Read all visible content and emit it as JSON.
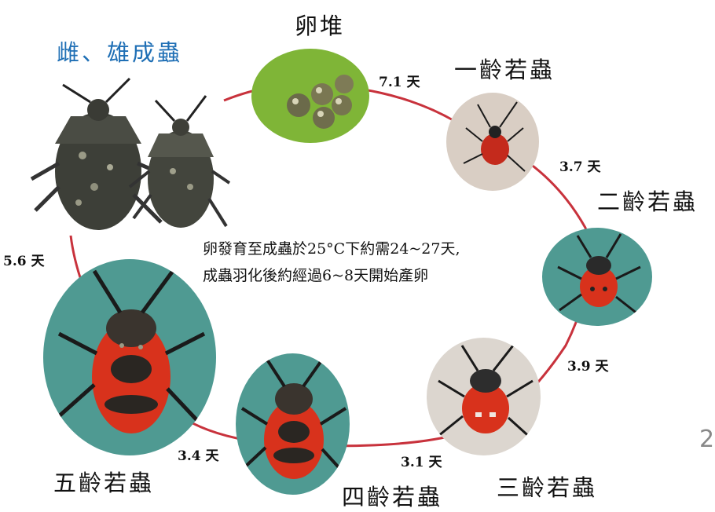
{
  "stages": {
    "adult": {
      "label": "雌、雄成蟲"
    },
    "egg": {
      "label": "卵堆"
    },
    "instar1": {
      "label": "一齡若蟲"
    },
    "instar2": {
      "label": "二齡若蟲"
    },
    "instar3": {
      "label": "三齡若蟲"
    },
    "instar4": {
      "label": "四齡若蟲"
    },
    "instar5": {
      "label": "五齡若蟲"
    }
  },
  "durations": {
    "egg_to_1": "7.1 天",
    "1_to_2": "3.7 天",
    "2_to_3": "3.9 天",
    "3_to_4": "3.1 天",
    "4_to_5": "3.4 天",
    "5_to_adult": "5.6 天"
  },
  "caption": {
    "line1": "卵發育至成蟲於25°C下約需24~27天,",
    "line2": "成蟲羽化後約經過6~8天開始產卵"
  },
  "page_number": "2",
  "colors": {
    "cycle_line": "#c8323c",
    "label_blue": "#1f6fb5",
    "photo_teal": "#4f9a92",
    "bug_red": "#d8321c"
  }
}
